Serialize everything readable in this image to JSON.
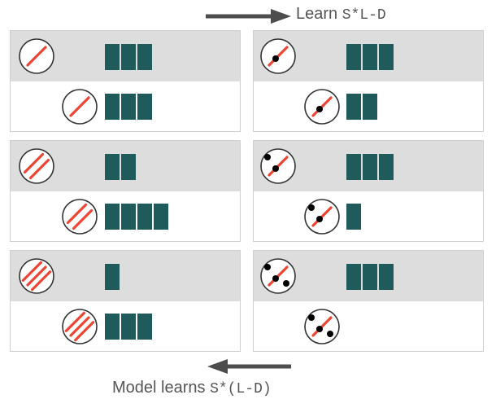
{
  "header": {
    "learn_text": "Learn",
    "learn_formula": "S*L-D"
  },
  "footer": {
    "model_text": "Model learns",
    "model_formula": "S*(L-D)"
  },
  "colors": {
    "line": "#ee4433",
    "dot": "#000000",
    "block": "#1f5b5b",
    "row_shade": "#dddddd",
    "arrow": "#4d4d4d"
  },
  "panels": [
    {
      "lines": 1,
      "dots": 0,
      "top_blocks": 3,
      "bottom_blocks": 3
    },
    {
      "lines": 1,
      "dots": 1,
      "top_blocks": 3,
      "bottom_blocks": 2
    },
    {
      "lines": 2,
      "dots": 0,
      "top_blocks": 2,
      "bottom_blocks": 4
    },
    {
      "lines": 1,
      "dots": 2,
      "top_blocks": 3,
      "bottom_blocks": 1
    },
    {
      "lines": 3,
      "dots": 0,
      "top_blocks": 1,
      "bottom_blocks": 3
    },
    {
      "lines": 1,
      "dots": 3,
      "top_blocks": 3,
      "bottom_blocks": 0
    }
  ]
}
